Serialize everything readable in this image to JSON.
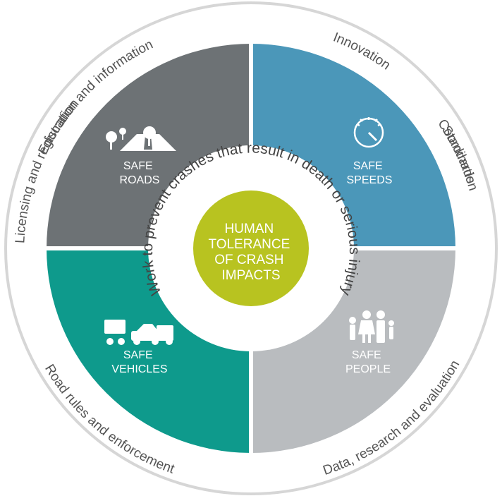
{
  "colors": {
    "roads": "#6d7275",
    "speeds": "#4b97b9",
    "vehicles": "#0e9a8c",
    "people": "#b9bcbf",
    "center": "#b8c320",
    "outer_ring": "#ffffff",
    "outer_border": "#d6d6d6",
    "inner_ring": "#ffffff"
  },
  "outer_ring": {
    "top_left": "Education and information",
    "top_right_a": "Innovation",
    "top_right_b": "Standards",
    "right": "Coordination",
    "left": "Licensing and registration",
    "bottom_left": "Road rules and enforcement",
    "bottom_right": "Data, research and evaluation"
  },
  "quadrants": {
    "roads": {
      "line1": "SAFE",
      "line2": "ROADS",
      "icon": "road-icon"
    },
    "speeds": {
      "line1": "SAFE",
      "line2": "SPEEDS",
      "icon": "speedometer-icon"
    },
    "vehicles": {
      "line1": "SAFE",
      "line2": "VEHICLES",
      "icon": "vehicles-icon"
    },
    "people": {
      "line1": "SAFE",
      "line2": "PEOPLE",
      "icon": "family-icon"
    }
  },
  "inner_ring": {
    "top_text": "Work to prevent crashes that result in death or serious injury"
  },
  "center": {
    "line1": "HUMAN",
    "line2": "TOLERANCE",
    "line3": "OF CRASH",
    "line4": "IMPACTS"
  }
}
